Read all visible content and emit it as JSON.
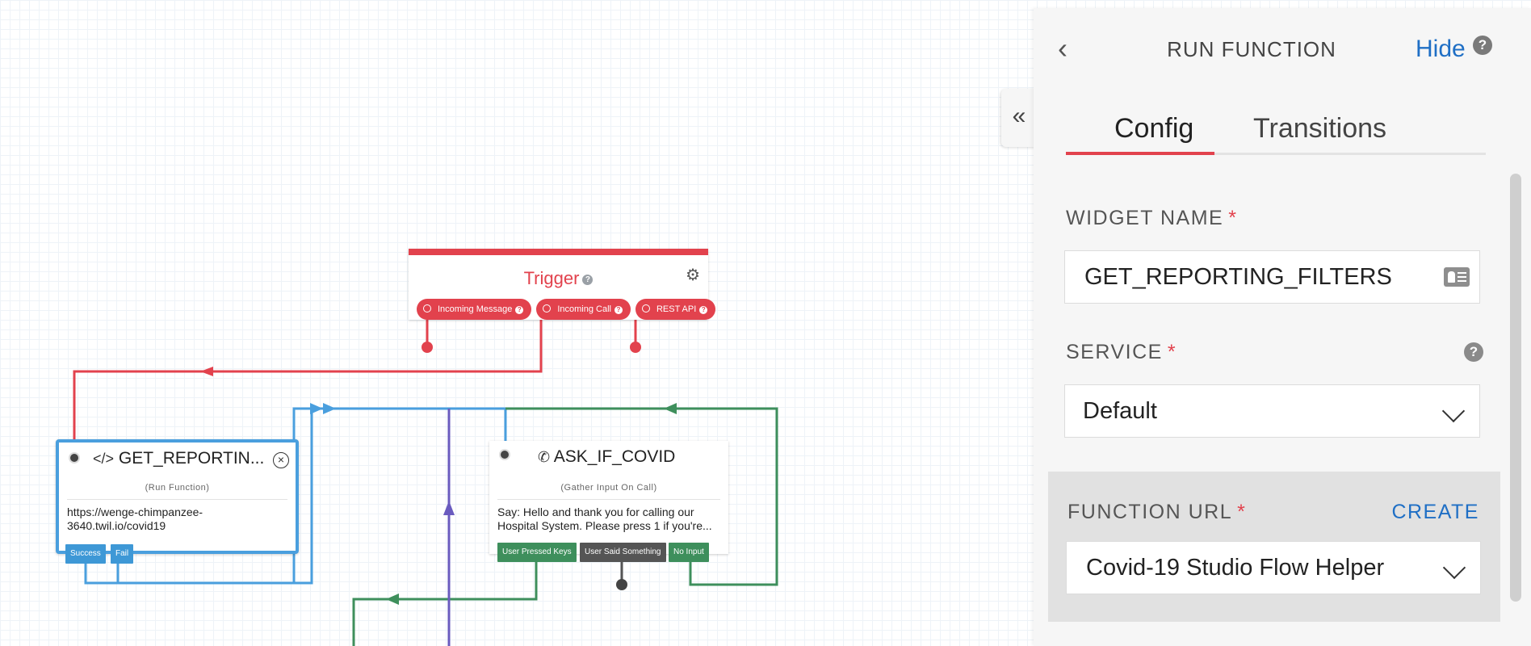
{
  "canvas": {
    "trigger": {
      "title": "Trigger",
      "buttons": [
        "Incoming Message",
        "Incoming Call",
        "REST API"
      ]
    },
    "get_reporting": {
      "title": "GET_REPORTIN...",
      "subtitle": "(Run Function)",
      "body": "https://wenge-chimpanzee-3640.twil.io/covid19",
      "transitions": [
        "Success",
        "Fail"
      ]
    },
    "ask_if_covid": {
      "title": "ASK_IF_COVID",
      "subtitle": "(Gather Input On Call)",
      "body": "Say: Hello and thank you for calling our Hospital System. Please press 1 if you're...",
      "transitions": [
        "User Pressed Keys",
        "User Said Something",
        "No Input"
      ]
    },
    "colors": {
      "trigger": "#e2424d",
      "run_function": "#4a9fde",
      "gather": "#3e8f5c",
      "split": "#6a5bbf"
    }
  },
  "panel": {
    "title": "RUN FUNCTION",
    "hide_label": "Hide",
    "tabs": [
      "Config",
      "Transitions"
    ],
    "active_tab": "Config",
    "widget_name_label": "WIDGET NAME",
    "widget_name_value": "GET_REPORTING_FILTERS",
    "service_label": "SERVICE",
    "service_value": "Default",
    "function_url_label": "FUNCTION URL",
    "create_label": "CREATE",
    "function_url_value": "Covid-19 Studio Flow Helper",
    "required_mark": "*",
    "collapse_glyph": "«"
  }
}
